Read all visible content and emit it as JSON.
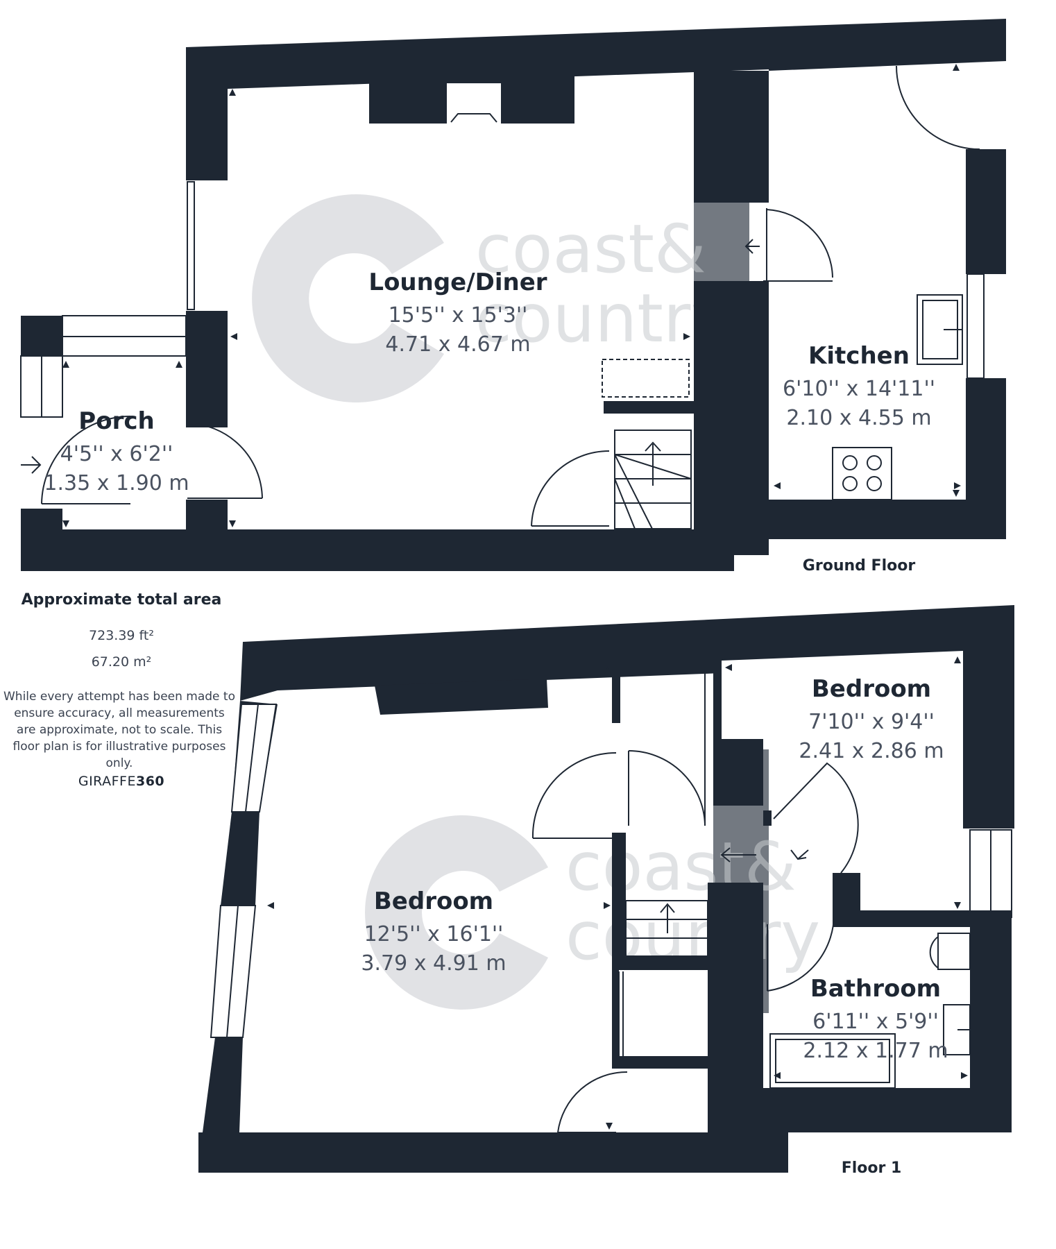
{
  "watermark": {
    "line1": "coast&",
    "line2": "country"
  },
  "ground_floor": {
    "label": "Ground Floor",
    "rooms": [
      {
        "name": "Lounge/Diner",
        "imperial": "15'5'' x 15'3''",
        "metric": "4.71 x 4.67 m"
      },
      {
        "name": "Kitchen",
        "imperial": "6'10'' x 14'11''",
        "metric": "2.10 x 4.55 m"
      },
      {
        "name": "Porch",
        "imperial": "4'5'' x 6'2''",
        "metric": "1.35 x 1.90 m"
      }
    ]
  },
  "floor_1": {
    "label": "Floor 1",
    "rooms": [
      {
        "name": "Bedroom",
        "imperial": "12'5'' x 16'1''",
        "metric": "3.79 x 4.91 m"
      },
      {
        "name": "Bedroom",
        "imperial": "7'10'' x 9'4''",
        "metric": "2.41 x 2.86 m"
      },
      {
        "name": "Bathroom",
        "imperial": "6'11'' x 5'9''",
        "metric": "2.12 x 1.77 m"
      }
    ]
  },
  "area": {
    "title": "Approximate total area",
    "sqft": "723.39 ft²",
    "sqm": "67.20 m²"
  },
  "disclaimer": "While every attempt has been made to ensure accuracy, all measurements are approximate, not to scale. This floor plan is for illustrative purposes only.",
  "brand": {
    "prefix": "GIRAFFE",
    "suffix": "360"
  }
}
